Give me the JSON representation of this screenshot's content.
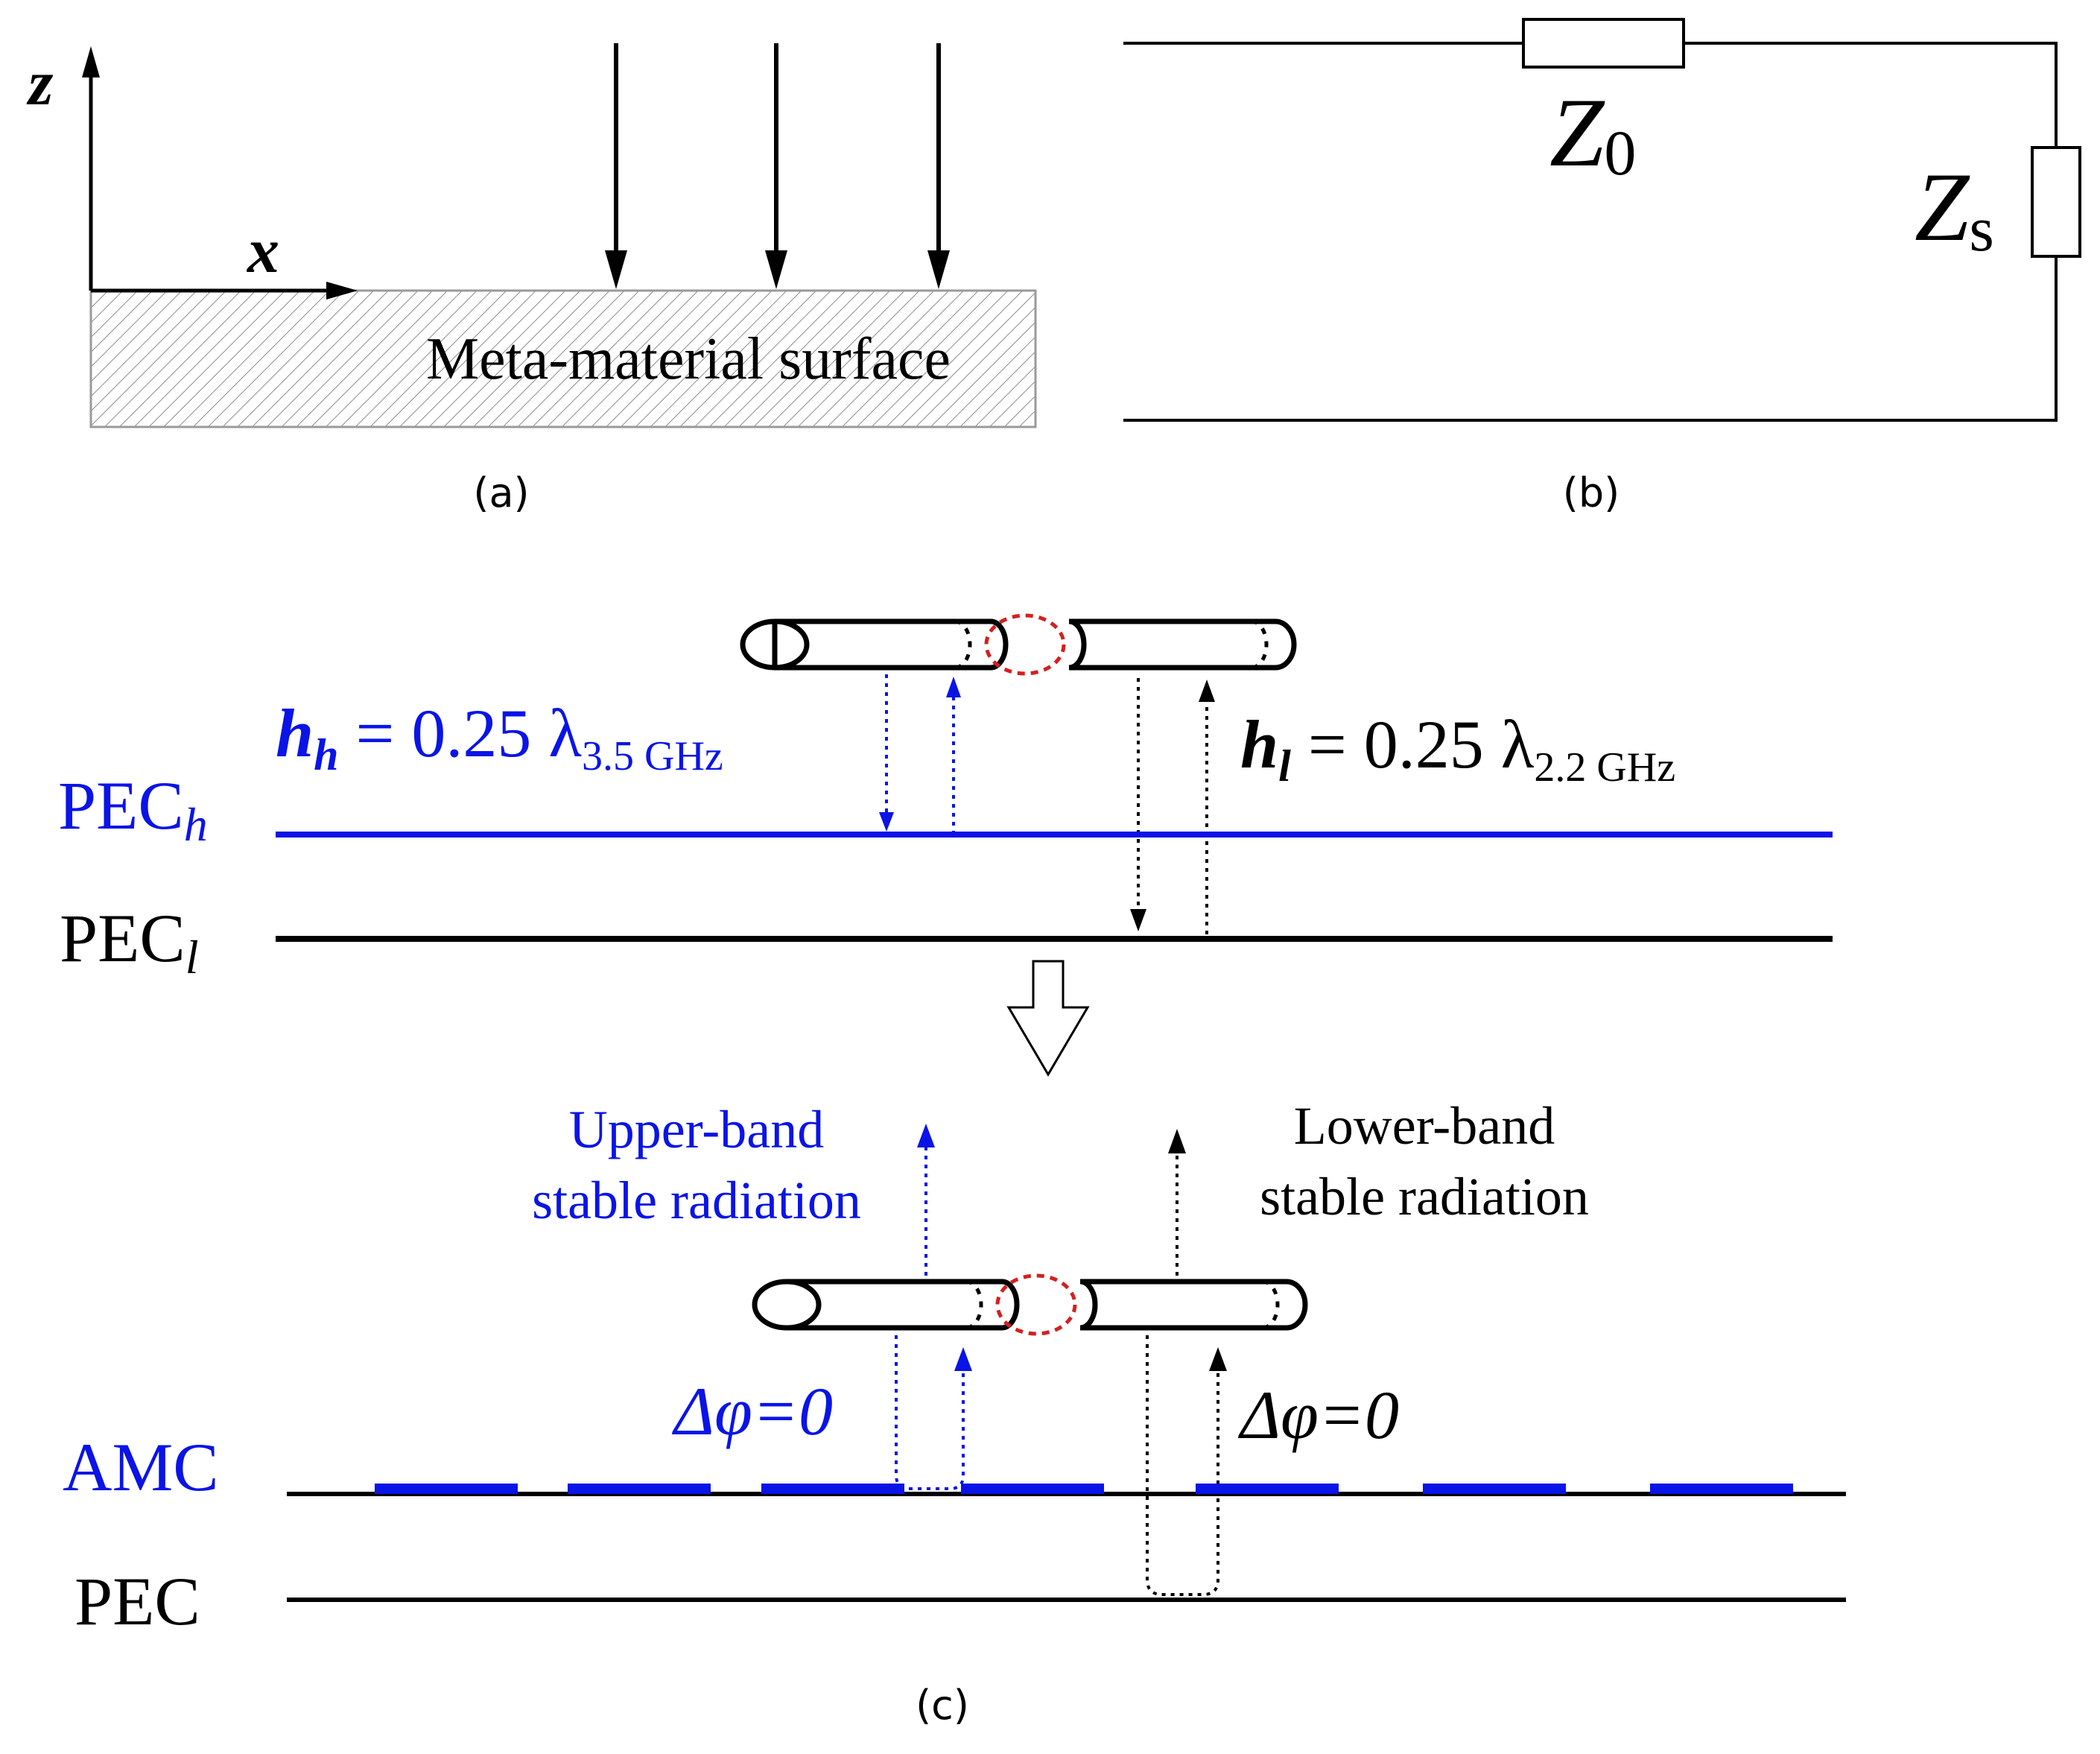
{
  "colors": {
    "black": "#000000",
    "blue": "#0a14e6",
    "red": "#d42020",
    "hatch": "#8c8c8c"
  },
  "panel_a": {
    "z_label": "z",
    "x_label": "x",
    "surface_label": "Meta-material surface",
    "caption": "(a)"
  },
  "panel_b": {
    "z0_main": "Z",
    "z0_sub": "0",
    "zs_main": "Z",
    "zs_sub": "s",
    "caption": "(b)"
  },
  "panel_c": {
    "hh": {
      "var": "h",
      "var_sub": "h",
      "expr": " = 0.25 λ",
      "sub": "3.5 GHz"
    },
    "hl": {
      "var": "h",
      "var_sub": "l",
      "expr": " = 0.25 λ",
      "sub": "2.2 GHz"
    },
    "pech": {
      "main": "PEC",
      "sub": "h"
    },
    "pecl": {
      "main": "PEC",
      "sub": "l"
    },
    "upper_line1": "Upper-band",
    "upper_line2": "stable radiation",
    "lower_line1": "Lower-band",
    "lower_line2": "stable radiation",
    "dphi_blue": "Δφ=0",
    "dphi_black": "Δφ=0",
    "amc": "AMC",
    "pec": "PEC",
    "caption": "(c)"
  }
}
